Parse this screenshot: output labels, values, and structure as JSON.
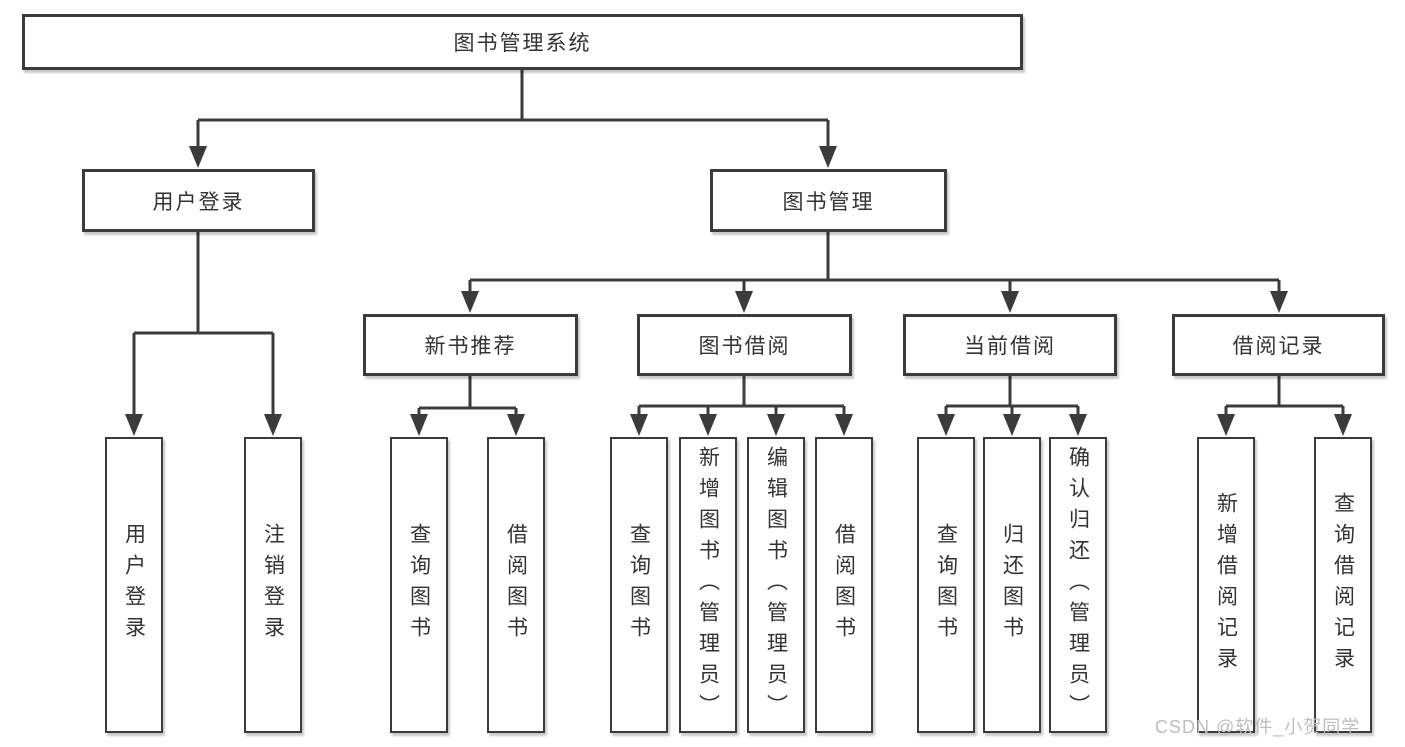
{
  "diagram": {
    "type": "hierarchy-tree",
    "colors": {
      "line": "#3b3b3b",
      "border": "#3b3b3b",
      "text": "#333333",
      "background": "#ffffff",
      "watermark": "#bdbdbd"
    },
    "nodes": {
      "root": {
        "label": "图书管理系统"
      },
      "login": {
        "label": "用户登录"
      },
      "mgmt": {
        "label": "图书管理"
      },
      "rec": {
        "label": "新书推荐"
      },
      "borrow": {
        "label": "图书借阅"
      },
      "current": {
        "label": "当前借阅"
      },
      "record": {
        "label": "借阅记录"
      },
      "login_user": {
        "label": "用户登录"
      },
      "login_logout": {
        "label": "注销登录"
      },
      "rec_query": {
        "label": "查询图书"
      },
      "rec_borrow": {
        "label": "借阅图书"
      },
      "borrow_query": {
        "label": "查询图书"
      },
      "borrow_add": {
        "label": "新增图书（管理员）"
      },
      "borrow_edit": {
        "label": "编辑图书（管理员）"
      },
      "borrow_borrow": {
        "label": "借阅图书"
      },
      "cur_query": {
        "label": "查询图书"
      },
      "cur_return": {
        "label": "归还图书"
      },
      "cur_confirm": {
        "label": "确认归还（管理员）"
      },
      "record_add": {
        "label": "新增借阅记录"
      },
      "record_query": {
        "label": "查询借阅记录"
      }
    },
    "hierarchy": {
      "图书管理系统": {
        "用户登录": [
          "用户登录",
          "注销登录"
        ],
        "图书管理": {
          "新书推荐": [
            "查询图书",
            "借阅图书"
          ],
          "图书借阅": [
            "查询图书",
            "新增图书（管理员）",
            "编辑图书（管理员）",
            "借阅图书"
          ],
          "当前借阅": [
            "查询图书",
            "归还图书",
            "确认归还（管理员）"
          ],
          "借阅记录": [
            "新增借阅记录",
            "查询借阅记录"
          ]
        }
      }
    }
  },
  "watermark": {
    "text": "CSDN @软件_小贺同学"
  }
}
